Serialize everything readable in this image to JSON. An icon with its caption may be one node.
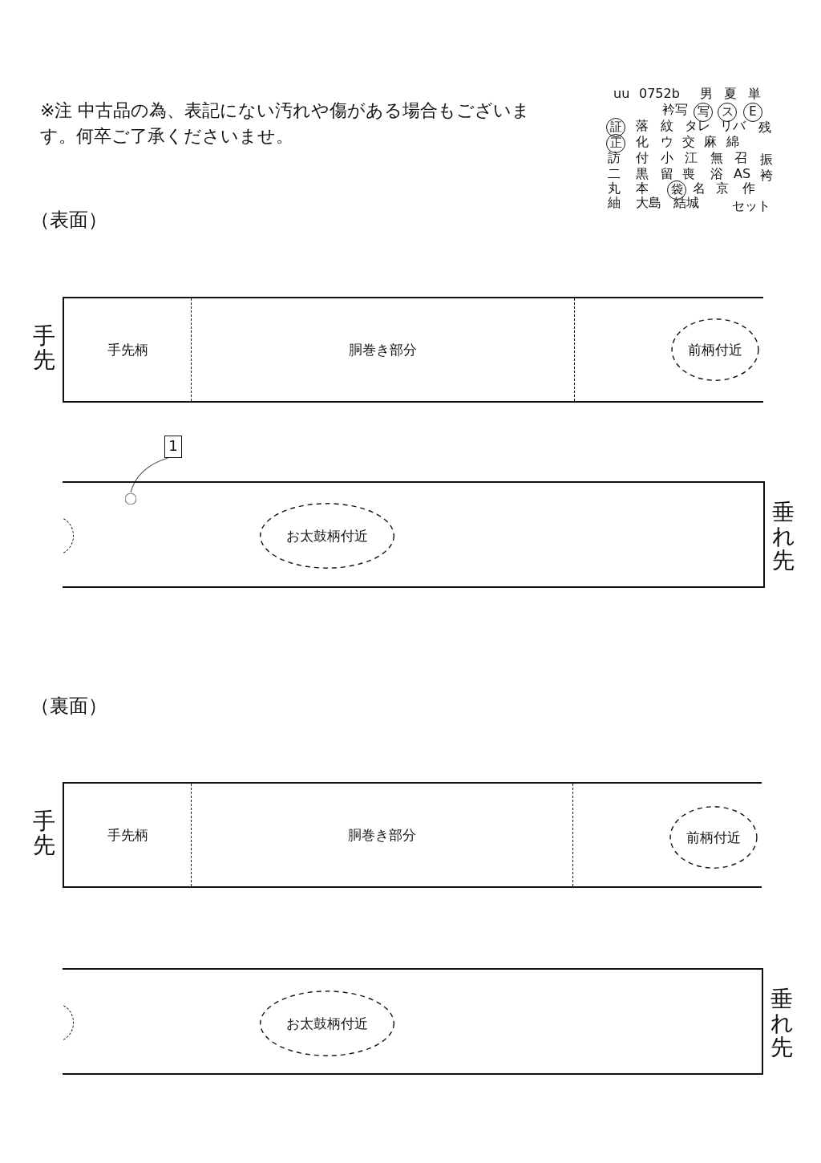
{
  "diagram": {
    "nodes": [
      {
        "text": [
          "写"
        ]
      },
      {
        "text": [
          "ス"
        ]
      },
      {
        "text": [
          "E"
        ]
      },
      {
        "text": [
          "証"
        ]
      },
      {
        "text": [
          "正"
        ]
      },
      {
        "text": [
          "袋"
        ]
      },
      {
        "text": [],
        "shape": "bar",
        "beside": [
          "手先"
        ]
      },
      {
        "text": [
          "手先柄"
        ],
        "in": 6
      },
      {
        "text": [
          "胴巻き部分"
        ],
        "in": 6
      },
      {
        "text": [
          "前柄付近"
        ],
        "in": 6
      },
      {
        "text": [
          "1"
        ]
      },
      {
        "text": [],
        "shape": "bar",
        "beside": [
          "垂れ先"
        ]
      },
      {
        "text": [],
        "shape": "oval",
        "in": 11
      },
      {
        "text": [
          "お太鼓柄付近"
        ],
        "in": 11
      },
      {
        "text": [],
        "shape": "bar",
        "beside": [
          "手先"
        ]
      },
      {
        "text": [
          "手先柄"
        ],
        "in": 14
      },
      {
        "text": [
          "胴巻き部分"
        ],
        "in": 14
      },
      {
        "text": [
          "前柄付近"
        ],
        "in": 14
      },
      {
        "text": [],
        "shape": "bar",
        "beside": [
          "垂れ先"
        ]
      },
      {
        "text": [
          "お太鼓柄付近"
        ],
        "in": 18
      }
    ],
    "edges": [
      {
        "from": 10,
        "to": 12,
        "arrow": "none"
      }
    ],
    "labels": [
      "※注 中古品の為、表記にない汚れや傷がある場合もございます。何卒ご了承くださいませ。",
      "uu",
      "0752b",
      "男",
      "夏",
      "単",
      "衿写",
      "落",
      "紋",
      "タレ",
      "リバ",
      "残",
      "化",
      "ウ",
      "交",
      "麻",
      "綿",
      "訪",
      "付",
      "小",
      "江",
      "無",
      "召",
      "振",
      "二",
      "黒",
      "留",
      "喪",
      "浴",
      "AS",
      "袴",
      "丸",
      "本",
      "名",
      "京",
      "作",
      "紬",
      "大島",
      "結城",
      "セット",
      "（表面）",
      "（裏面）"
    ]
  }
}
